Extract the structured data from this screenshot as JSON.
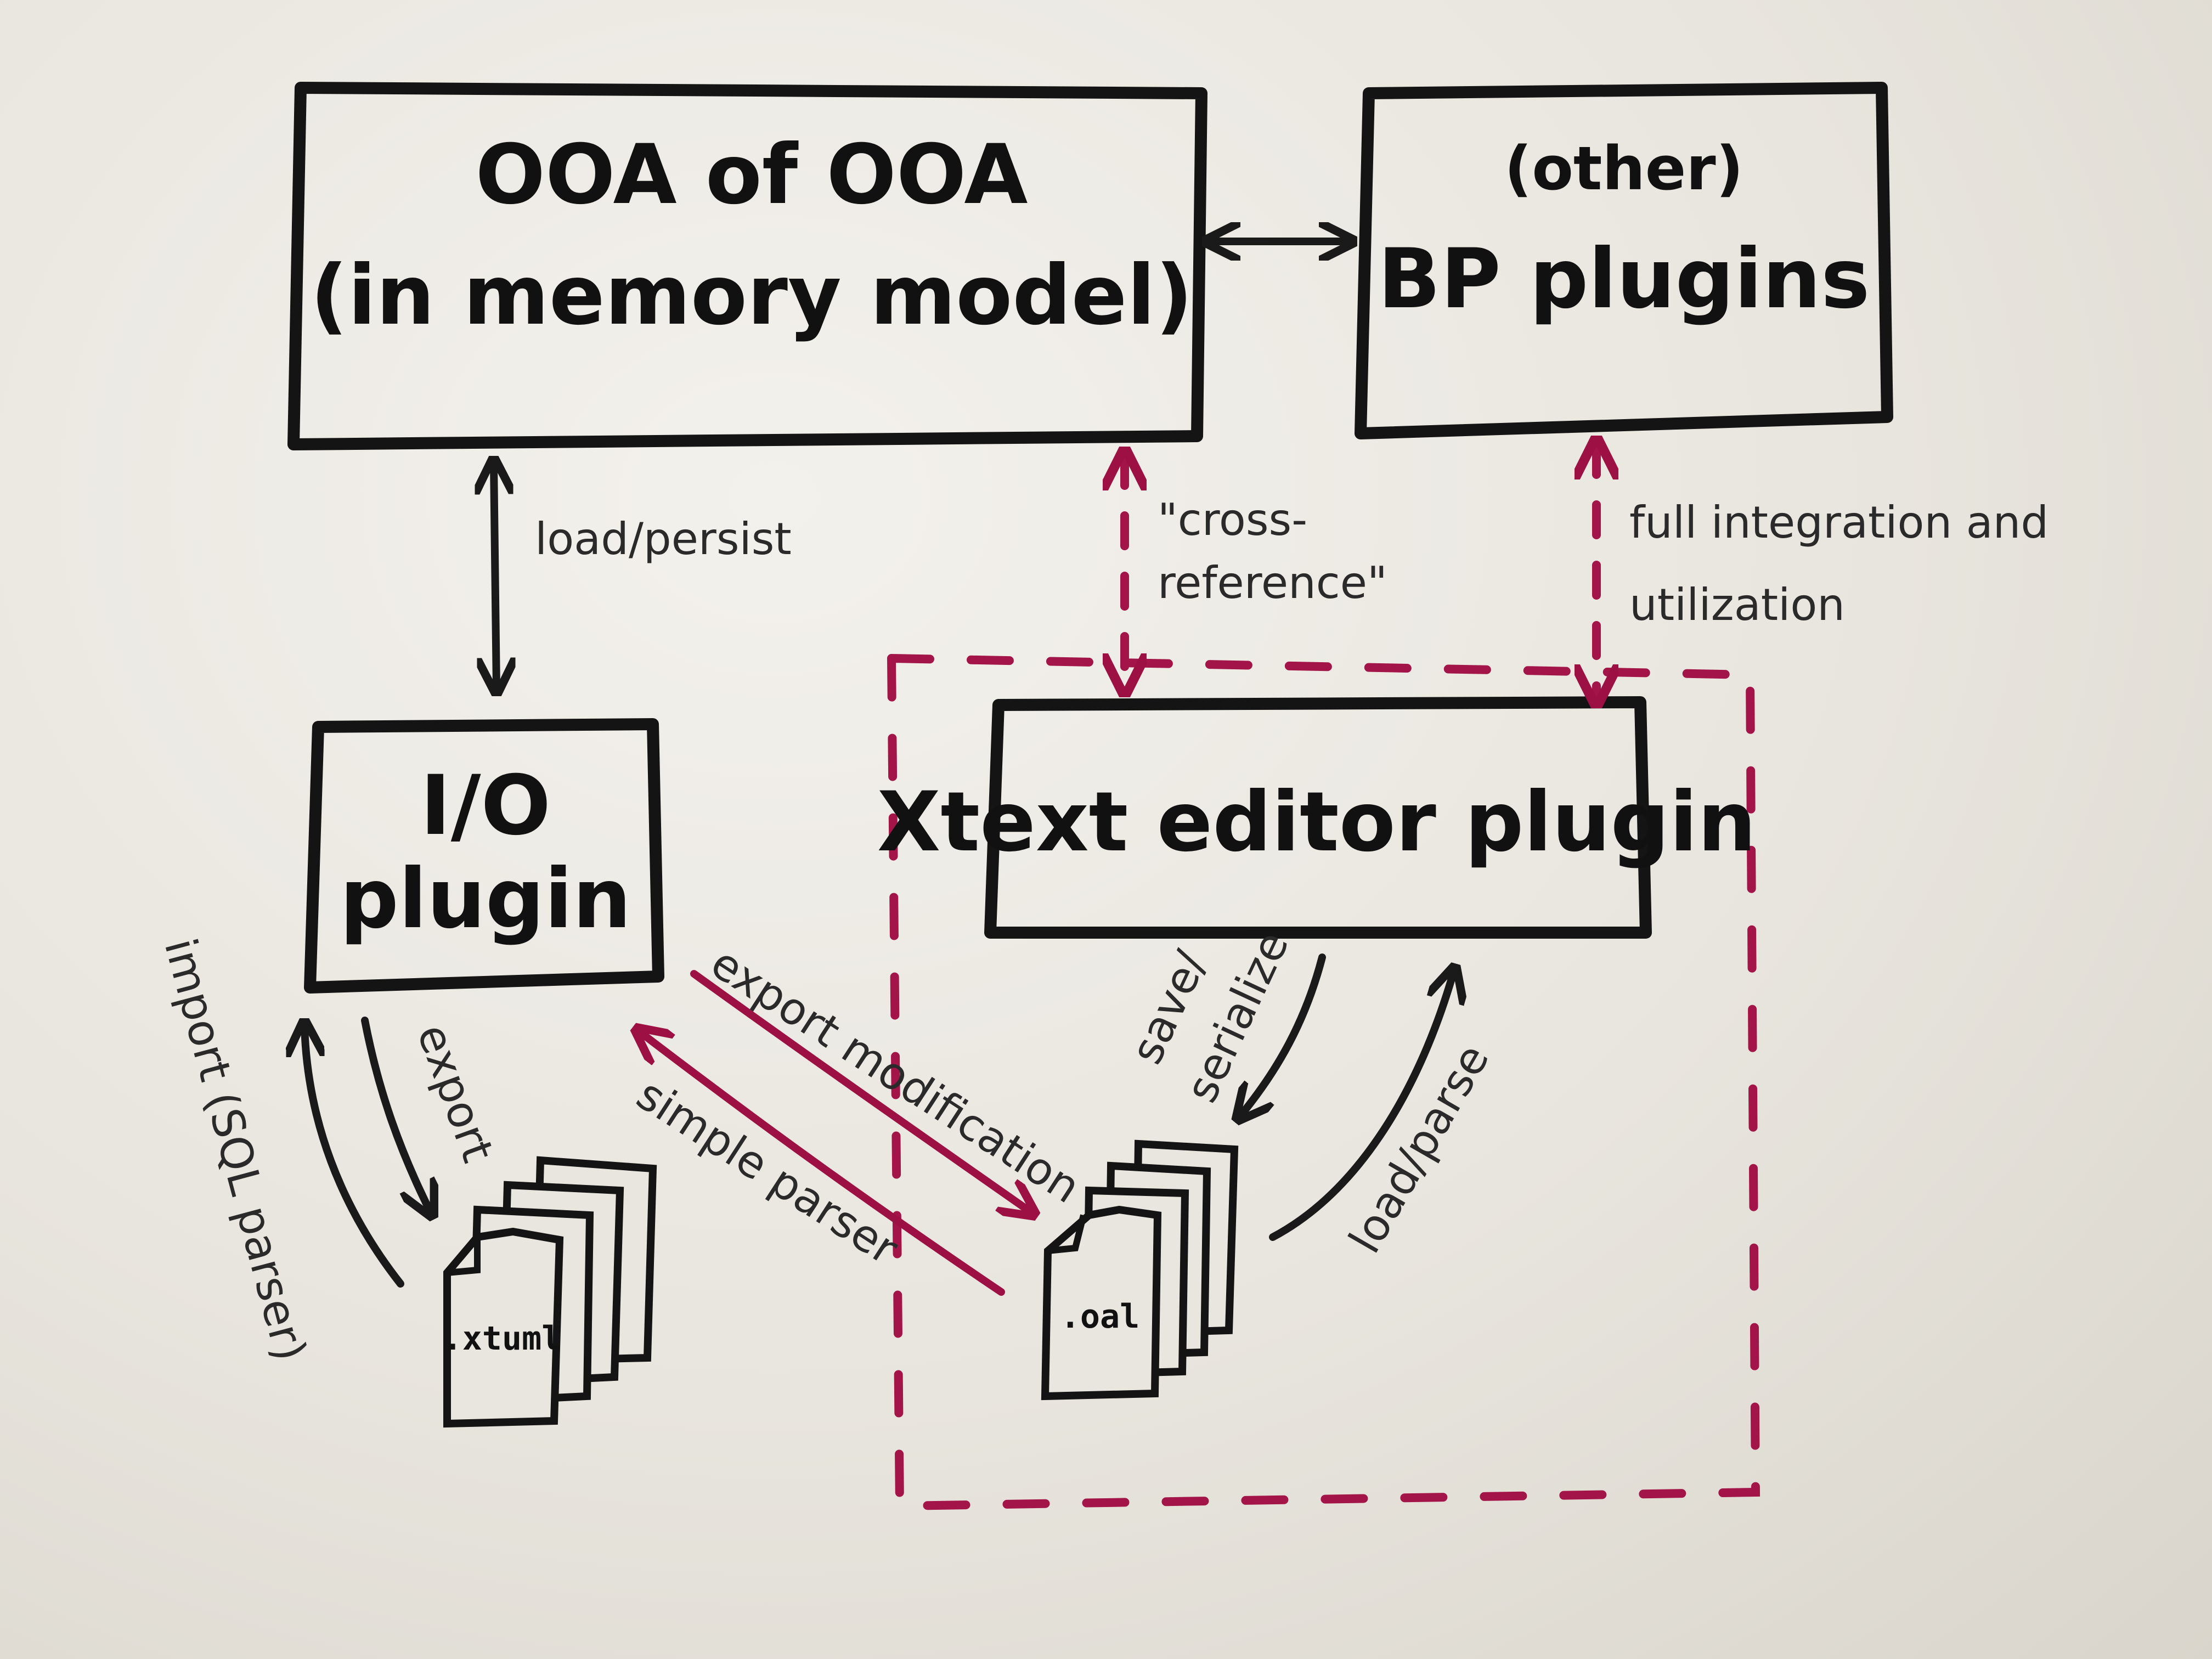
{
  "boxes": {
    "ooa_line1": "OOA of OOA",
    "ooa_line2": "(in memory model)",
    "bp_line1": "(other)",
    "bp_line2": "BP plugins",
    "io_line1": "I/O",
    "io_line2": "plugin",
    "xtext": "Xtext editor plugin"
  },
  "arrows": {
    "load_persist": "load/persist",
    "cross_ref_line1": "\"cross-",
    "cross_ref_line2": "reference\"",
    "full_integration_line1": "full integration and",
    "full_integration_line2": "utilization",
    "import_sql": "import (SQL parser)",
    "export": "export",
    "export_modification": "export modification",
    "simple_parser": "simple parser",
    "save_line1": "save/",
    "save_line2": "serialize",
    "load_parse": "load/parse"
  },
  "files": {
    "xtuml_label": ".xtuml",
    "oal_label": ".oal"
  },
  "colors": {
    "paper": "#e9e6e0",
    "ink": "#141414",
    "accent_red": "#a31448"
  }
}
